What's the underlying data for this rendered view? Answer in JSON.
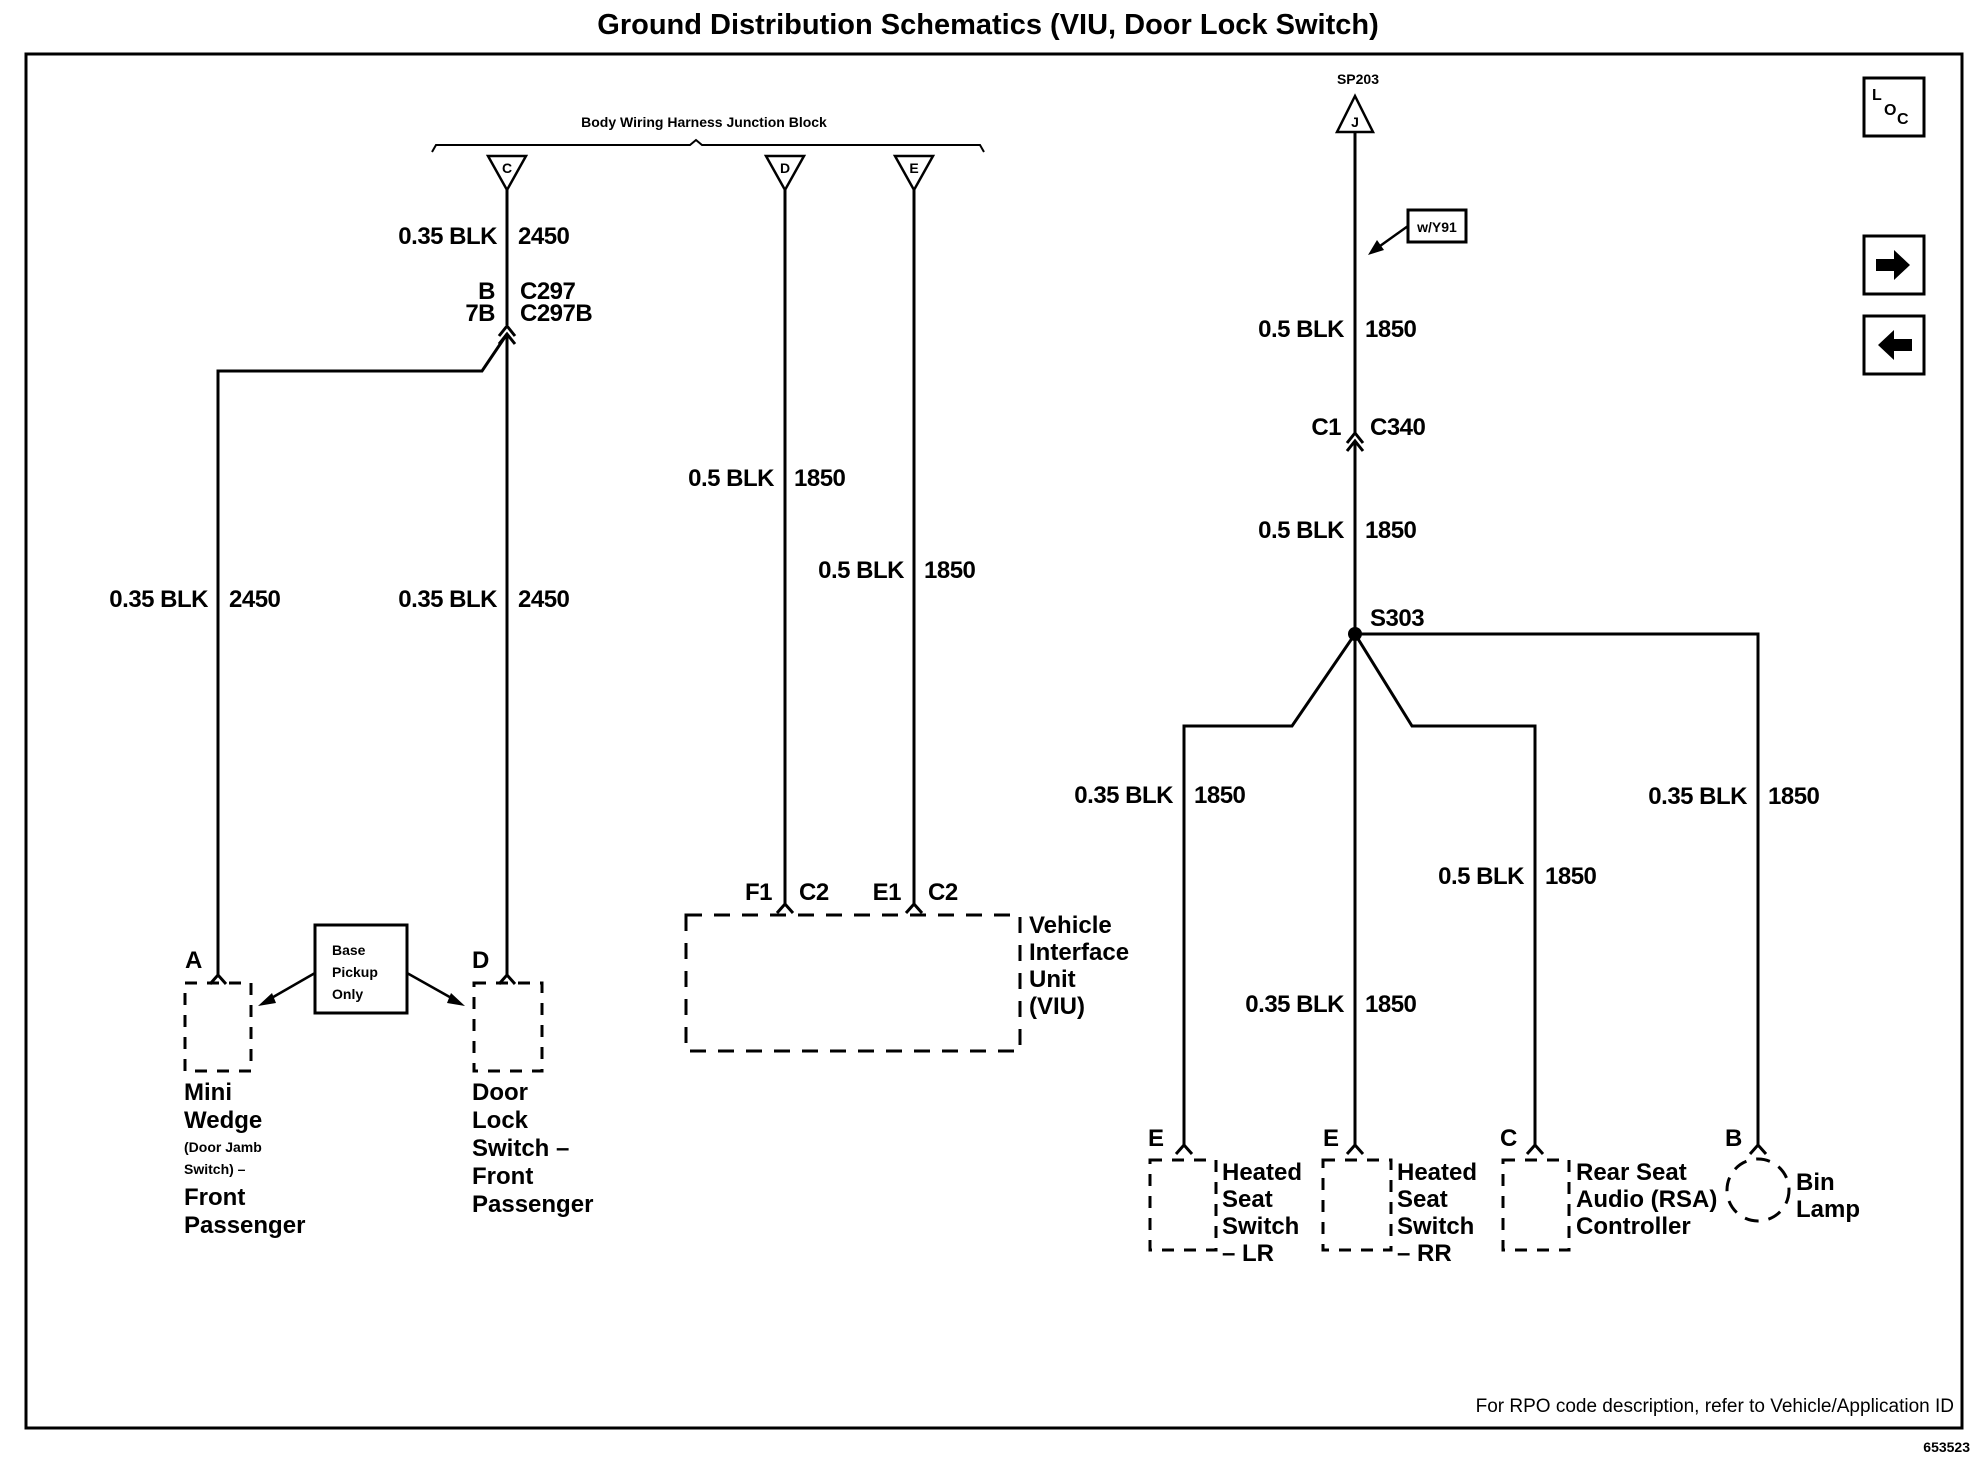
{
  "title": "Ground Distribution Schematics (VIU, Door Lock Switch)",
  "junction_block": {
    "label": "Body Wiring Harness Junction Block",
    "terminals": [
      "C",
      "D",
      "E"
    ]
  },
  "splice_pack": {
    "label": "SP203",
    "terminal": "J"
  },
  "option_note": "w/Y91",
  "nav_icons": {
    "loc": [
      "L",
      "O",
      "C"
    ],
    "next": "right-arrow",
    "prev": "left-arrow"
  },
  "wires": {
    "c_top": {
      "gauge": "0.35 BLK",
      "circuit": "2450"
    },
    "c297": {
      "pin_a": "B",
      "pin_b": "7B",
      "conn_a": "C297",
      "conn_b": "C297B"
    },
    "mini_wedge": {
      "gauge": "0.35 BLK",
      "circuit": "2450"
    },
    "door_lock": {
      "gauge": "0.35 BLK",
      "circuit": "2450"
    },
    "d": {
      "gauge": "0.5 BLK",
      "circuit": "1850"
    },
    "e": {
      "gauge": "0.5 BLK",
      "circuit": "1850"
    },
    "sp_top": {
      "gauge": "0.5 BLK",
      "circuit": "1850"
    },
    "c340": {
      "pin": "C1",
      "conn": "C340"
    },
    "sp_mid": {
      "gauge": "0.5 BLK",
      "circuit": "1850"
    },
    "splice": "S303",
    "lr": {
      "gauge": "0.35 BLK",
      "circuit": "1850"
    },
    "rr": {
      "gauge": "0.35 BLK",
      "circuit": "1850"
    },
    "rsa": {
      "gauge": "0.5 BLK",
      "circuit": "1850"
    },
    "bin": {
      "gauge": "0.35 BLK",
      "circuit": "1850"
    }
  },
  "viu_pins": [
    {
      "pin": "F1",
      "conn": "C2"
    },
    {
      "pin": "E1",
      "conn": "C2"
    }
  ],
  "note_box": [
    "Base",
    "Pickup",
    "Only"
  ],
  "components": {
    "mini_wedge": {
      "pin": "A",
      "lines": [
        "Mini",
        "Wedge"
      ],
      "sub": [
        "(Door Jamb",
        "Switch) –"
      ],
      "lines2": [
        "Front",
        "Passenger"
      ]
    },
    "door_lock": {
      "pin": "D",
      "lines": [
        "Door",
        "Lock",
        "Switch –",
        "Front",
        "Passenger"
      ]
    },
    "viu": {
      "lines": [
        "Vehicle",
        "Interface",
        "Unit",
        "(VIU)"
      ]
    },
    "heated_lr": {
      "pin": "E",
      "lines": [
        "Heated",
        "Seat",
        "Switch",
        "– LR"
      ]
    },
    "heated_rr": {
      "pin": "E",
      "lines": [
        "Heated",
        "Seat",
        "Switch",
        "– RR"
      ]
    },
    "rsa": {
      "pin": "C",
      "lines": [
        "Rear Seat",
        "Audio (RSA)",
        "Controller"
      ]
    },
    "bin_lamp": {
      "pin": "B",
      "lines": [
        "Bin",
        "Lamp"
      ]
    }
  },
  "footer": "For RPO code description, refer to Vehicle/Application ID",
  "figure_id": "653523"
}
